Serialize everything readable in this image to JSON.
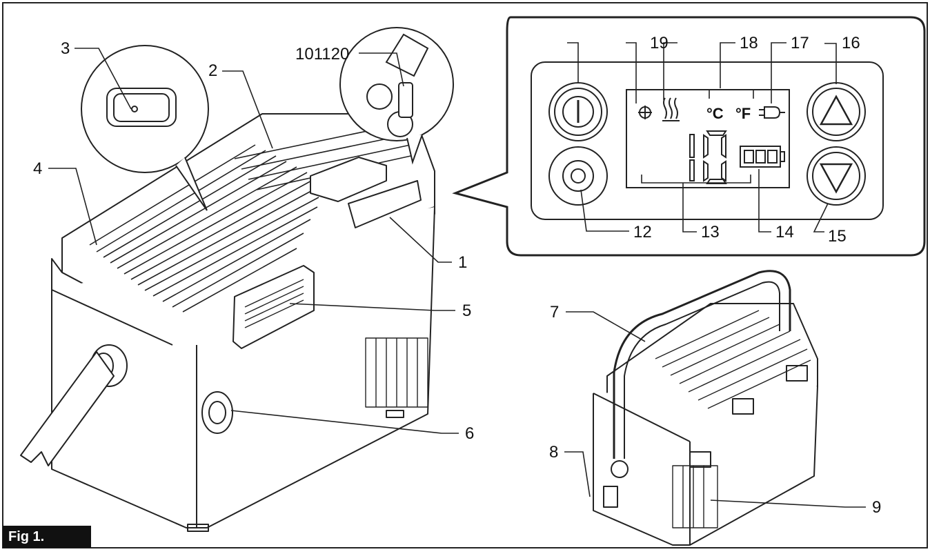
{
  "figure": {
    "label": "Fig 1."
  },
  "callouts": {
    "c1": "1",
    "c2": "2",
    "c3": "3",
    "c4": "4",
    "c5": "5",
    "c6": "6",
    "c7": "7",
    "c8": "8",
    "c9": "9",
    "c10_11_20": "101120",
    "c12": "12",
    "c13": "13",
    "c14": "14",
    "c15": "15",
    "c16": "16",
    "c17": "17",
    "c18": "18",
    "c19": "19"
  },
  "control_panel": {
    "temp_units": {
      "celsius": "°C",
      "fahrenheit": "°F"
    },
    "icons": [
      "power-button-icon",
      "settings-gear-icon",
      "snowflake-icon",
      "heater-icon",
      "plug-icon",
      "battery-icon",
      "seven-segment-display",
      "up-arrow-icon",
      "down-arrow-icon"
    ]
  }
}
